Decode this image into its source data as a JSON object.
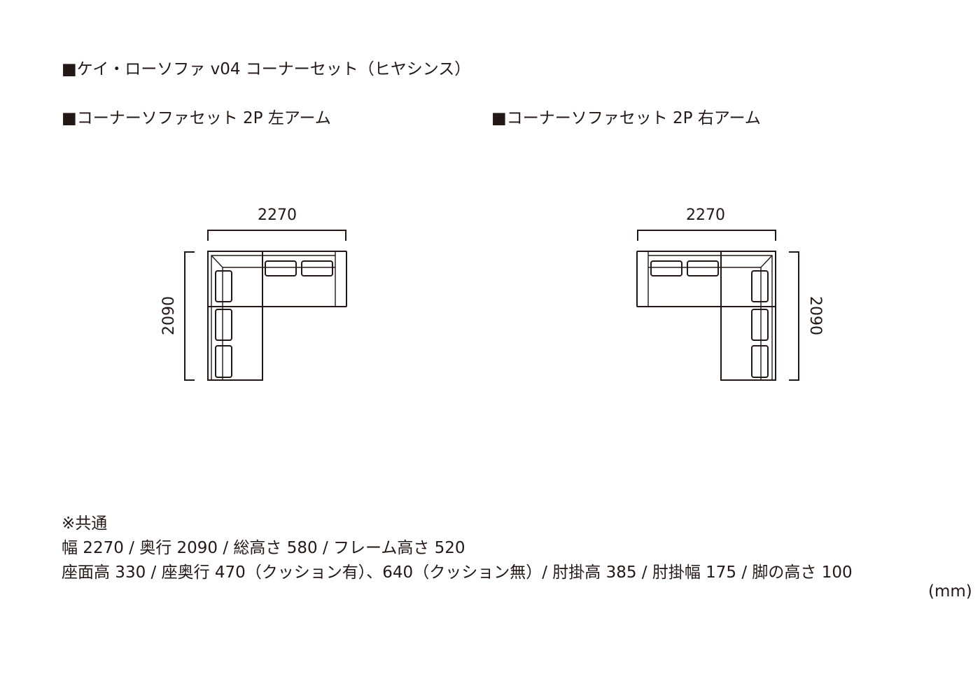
{
  "title": "■ケイ・ローソファ v04 コーナーセット（ヒヤシンス）",
  "diagrams": [
    {
      "heading": "■コーナーソファセット 2P 左アーム",
      "width_label": "2270",
      "depth_label": "2090",
      "arm_side": "left"
    },
    {
      "heading": "■コーナーソファセット 2P 右アーム",
      "width_label": "2270",
      "depth_label": "2090",
      "arm_side": "right"
    }
  ],
  "specs": {
    "common_label": "※共通",
    "line1": "幅 2270 / 奥行 2090 / 総高さ 580 / フレーム高さ 520",
    "line2": "座面高 330 / 座奥行 470（クッション有）、640（クッション無）/ 肘掛高 385 / 肘掛幅 175 / 脚の高さ 100",
    "unit": "(mm)"
  }
}
